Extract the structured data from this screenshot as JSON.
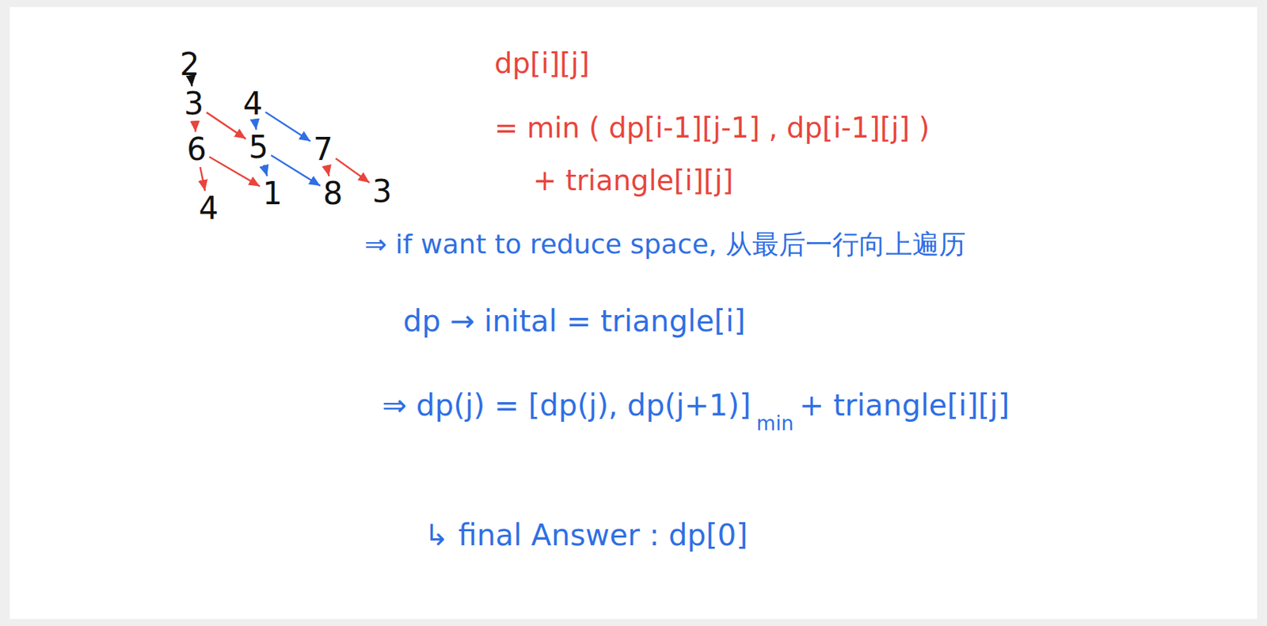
{
  "diagram": {
    "nodes": [
      {
        "text": [
          "2"
        ]
      },
      {
        "text": [
          "3"
        ]
      },
      {
        "text": [
          "4"
        ]
      },
      {
        "text": [
          "6"
        ]
      },
      {
        "text": [
          "5"
        ]
      },
      {
        "text": [
          "7"
        ]
      },
      {
        "text": [
          "4"
        ]
      },
      {
        "text": [
          "1"
        ]
      },
      {
        "text": [
          "8"
        ]
      },
      {
        "text": [
          "3"
        ]
      }
    ],
    "edges": [
      {
        "from": 0,
        "to": 1,
        "arrow": "to"
      },
      {
        "from": 1,
        "to": 3,
        "arrow": "to"
      },
      {
        "from": 1,
        "to": 4,
        "arrow": "to"
      },
      {
        "from": 2,
        "to": 4,
        "arrow": "to"
      },
      {
        "from": 2,
        "to": 5,
        "arrow": "to"
      },
      {
        "from": 3,
        "to": 6,
        "arrow": "to"
      },
      {
        "from": 3,
        "to": 7,
        "arrow": "to"
      },
      {
        "from": 4,
        "to": 7,
        "arrow": "to"
      },
      {
        "from": 4,
        "to": 8,
        "arrow": "to"
      },
      {
        "from": 5,
        "to": 8,
        "arrow": "to"
      },
      {
        "from": 5,
        "to": 9,
        "arrow": "to"
      }
    ],
    "labels": [
      "dp[i][j]",
      "= min ( dp[i-1][j-1] , dp[i-1][j] )",
      "+ triangle[i][j]",
      "⇒ if want to reduce space, 从最后一行向上遍历",
      "dp → inital = triangle[i]",
      "⇒ dp(j) = [dp(j), dp(j+1)]",
      "min",
      "+ triangle[i][j]",
      "↳ final Answer : dp[0]"
    ]
  }
}
